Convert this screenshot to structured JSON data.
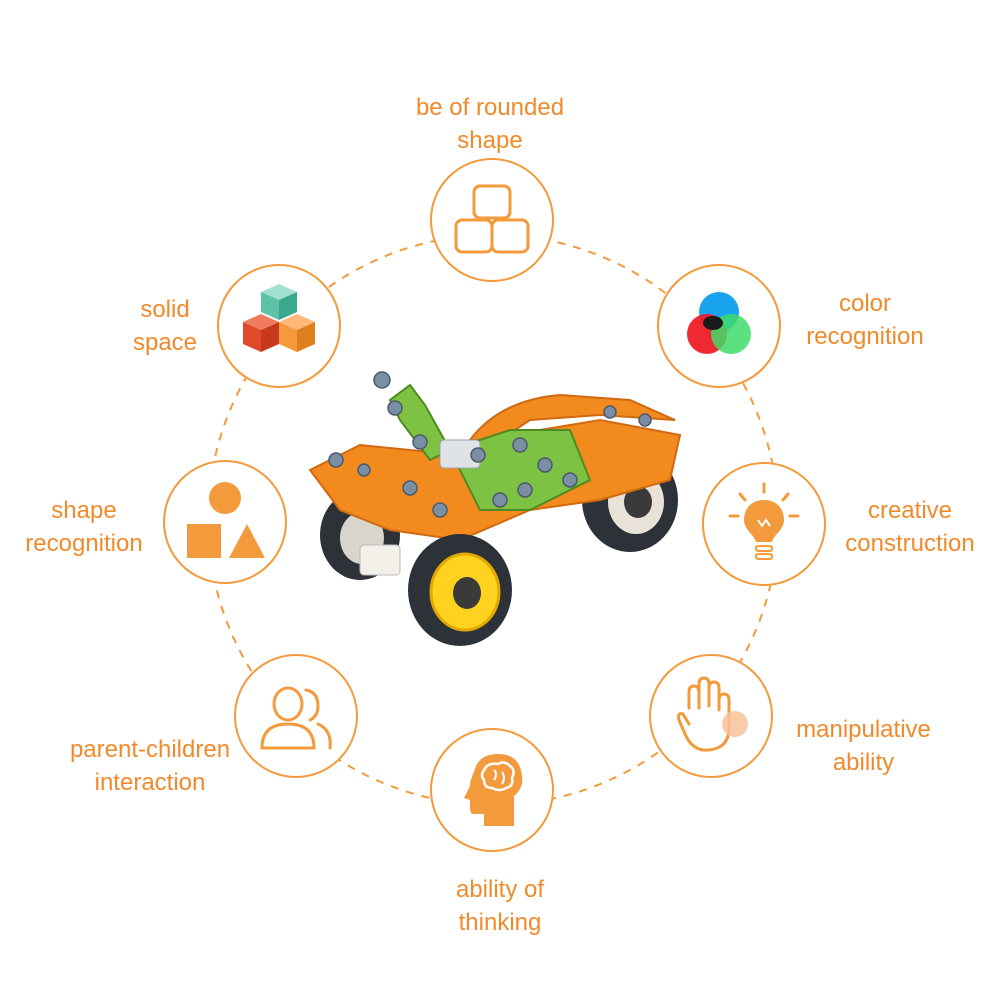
{
  "accent_color": "#f08a2a",
  "features": [
    {
      "icon": "rounded-cubes-icon",
      "lines": [
        "be of rounded",
        "shape"
      ]
    },
    {
      "icon": "color-circles-icon",
      "lines": [
        "color",
        "recognition"
      ]
    },
    {
      "icon": "lightbulb-icon",
      "lines": [
        "creative",
        "construction"
      ]
    },
    {
      "icon": "hand-icon",
      "lines": [
        "manipulative",
        "ability"
      ]
    },
    {
      "icon": "brain-head-icon",
      "lines": [
        "ability of",
        "thinking"
      ]
    },
    {
      "icon": "people-icon",
      "lines": [
        "parent-children",
        "interaction"
      ]
    },
    {
      "icon": "geometric-shapes-icon",
      "lines": [
        "shape",
        "recognition"
      ]
    },
    {
      "icon": "stacked-cubes-icon",
      "lines": [
        "solid",
        "space"
      ]
    }
  ],
  "center_image": "toy-car-image"
}
